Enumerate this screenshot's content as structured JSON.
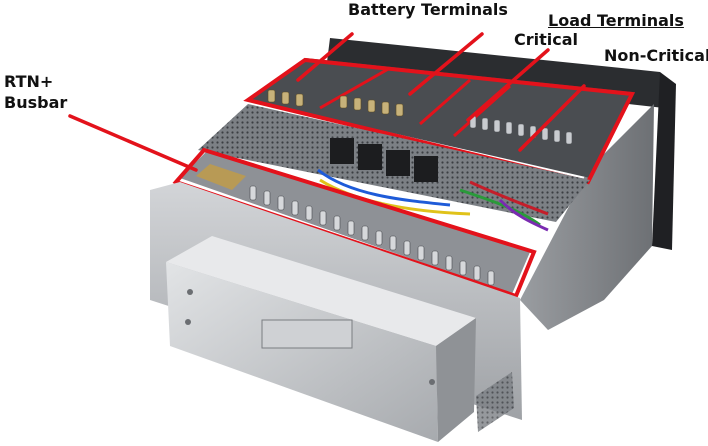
{
  "labels": {
    "battery_terminals": "Battery Terminals",
    "load_terminals": "Load Terminals",
    "critical": "Critical",
    "non_critical": "Non-Critical",
    "rtn_line1": "RTN+",
    "rtn_line2": "Busbar"
  },
  "colors": {
    "highlight": "#e3121b",
    "chassis": "#b9bcc0",
    "background": "#ffffff"
  }
}
